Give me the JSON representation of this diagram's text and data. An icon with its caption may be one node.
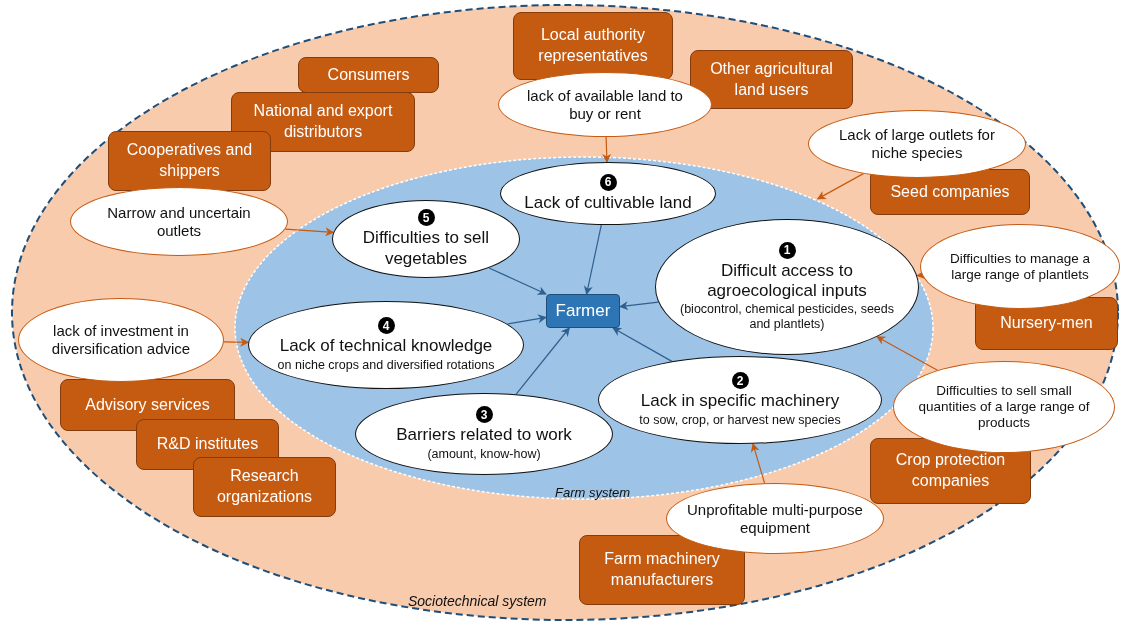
{
  "diagram": {
    "nodes": [
      {
        "text": [
          "Sociotechnical system"
        ]
      },
      {
        "text": [
          "Farm system"
        ],
        "in": 0
      },
      {
        "text": [
          "Farmer"
        ],
        "in": 1
      },
      {
        "text": [
          "1",
          "Difficult access to agroecological inputs",
          "(biocontrol, chemical pesticides, seeds and plantlets)"
        ],
        "in": 1
      },
      {
        "text": [
          "2",
          "Lack in specific machinery",
          "to sow, crop, or harvest new species"
        ],
        "in": 1
      },
      {
        "text": [
          "3",
          "Barriers related to work",
          "(amount, know-how)"
        ],
        "in": 1
      },
      {
        "text": [
          "4",
          "Lack of technical knowledge",
          "on niche crops and diversified rotations"
        ],
        "in": 1
      },
      {
        "text": [
          "5",
          "Difficulties to sell vegetables"
        ],
        "in": 1
      },
      {
        "text": [
          "6",
          "Lack of cultivable land"
        ],
        "in": 1
      },
      {
        "text": [
          "lack of available land to buy or rent"
        ],
        "in": 0
      },
      {
        "text": [
          "Lack of large outlets for niche species"
        ],
        "in": 0
      },
      {
        "text": [
          "Difficulties to manage a large range of plantlets"
        ],
        "in": 0
      },
      {
        "text": [
          "Difficulties to sell small quantities of a large range of products"
        ],
        "in": 0
      },
      {
        "text": [
          "Unprofitable multi-purpose equipment"
        ],
        "in": 0
      },
      {
        "text": [
          "lack of investment in diversification advice"
        ],
        "in": 0
      },
      {
        "text": [
          "Narrow and uncertain outlets"
        ],
        "in": 0
      },
      {
        "text": [
          "Consumers"
        ],
        "in": 0
      },
      {
        "text": [
          "National and export distributors"
        ],
        "in": 0
      },
      {
        "text": [
          "Cooperatives and shippers"
        ],
        "in": 0
      },
      {
        "text": [
          "Local authority representatives"
        ],
        "in": 0
      },
      {
        "text": [
          "Other agricultural land users"
        ],
        "in": 0
      },
      {
        "text": [
          "Seed companies"
        ],
        "in": 0
      },
      {
        "text": [
          "Nursery-men"
        ],
        "in": 0
      },
      {
        "text": [
          "Crop protection companies"
        ],
        "in": 0
      },
      {
        "text": [
          "Farm machinery manufacturers"
        ],
        "in": 0
      },
      {
        "text": [
          "Advisory services"
        ],
        "in": 0
      },
      {
        "text": [
          "R&D institutes"
        ],
        "in": 0
      },
      {
        "text": [
          "Research organizations"
        ],
        "in": 0
      }
    ],
    "edges": [
      {
        "from": 3,
        "to": 2,
        "arrow": "to",
        "color": "#2f5f8f"
      },
      {
        "from": 4,
        "to": 2,
        "arrow": "to",
        "color": "#2f5f8f"
      },
      {
        "from": 5,
        "to": 2,
        "arrow": "to",
        "color": "#2f5f8f"
      },
      {
        "from": 6,
        "to": 2,
        "arrow": "to",
        "color": "#2f5f8f"
      },
      {
        "from": 7,
        "to": 2,
        "arrow": "to",
        "color": "#2f5f8f"
      },
      {
        "from": 8,
        "to": 2,
        "arrow": "to",
        "color": "#2f5f8f"
      },
      {
        "from": 9,
        "to": 8,
        "arrow": "to"
      },
      {
        "from": 10,
        "to": 1,
        "arrow": "to"
      },
      {
        "from": 11,
        "to": 3,
        "arrow": "to"
      },
      {
        "from": 12,
        "to": 3,
        "arrow": "to"
      },
      {
        "from": 13,
        "to": 4,
        "arrow": "to"
      },
      {
        "from": 14,
        "to": 6,
        "arrow": "to"
      },
      {
        "from": 15,
        "to": 7,
        "arrow": "to"
      }
    ]
  }
}
